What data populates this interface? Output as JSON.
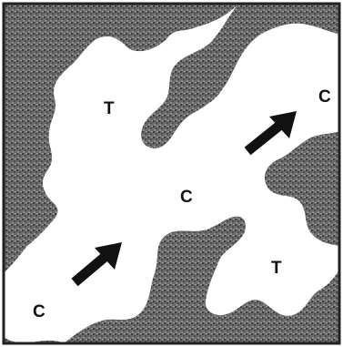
{
  "labels": {
    "t_upper": "T",
    "c_upper_right": "C",
    "c_center": "C",
    "t_lower": "T",
    "c_lower_left": "C"
  },
  "colors": {
    "background": "#ffffff",
    "stipple_dark": "#3a3a3a",
    "stipple_light": "#9a9a9a",
    "arrow": "#111111",
    "border": "#222222"
  },
  "icons": [
    "arrow-upper-right-icon",
    "arrow-lower-left-icon"
  ]
}
